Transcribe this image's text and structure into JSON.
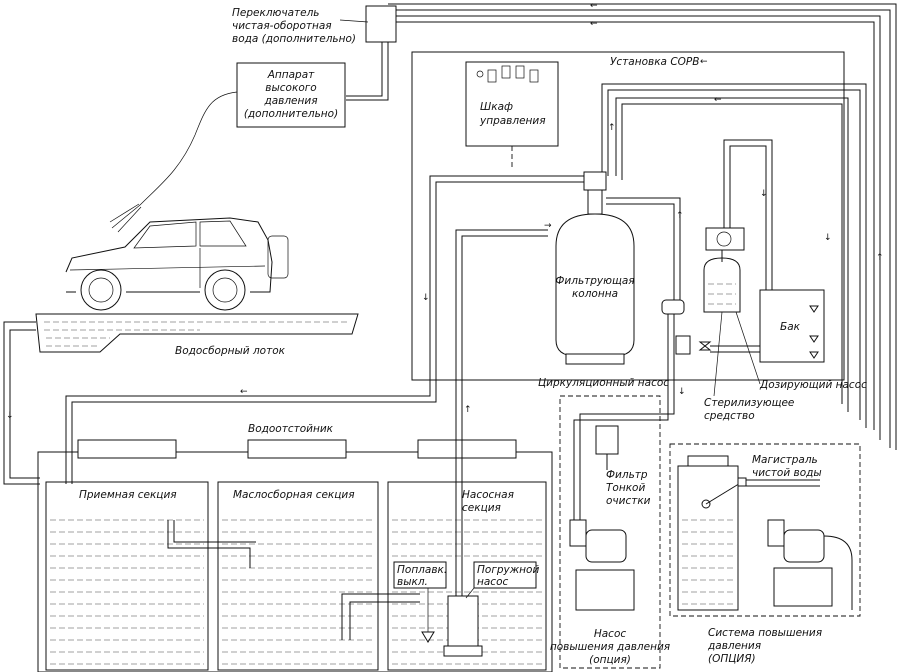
{
  "labels": {
    "switch": [
      "Переключатель",
      "чистая-оборотная",
      "вода (дополнительно)"
    ],
    "hp_unit": [
      "Аппарат",
      "высокого",
      "давления",
      "(дополнительно)"
    ],
    "sorv": "Установка СОРВ",
    "control_cabinet": [
      "Шкаф",
      "управления"
    ],
    "filter_column": [
      "Фильтрующая",
      "колонна"
    ],
    "tank": "Бак",
    "circ_pump": "Циркуляционный насос",
    "dosing_pump": "Дозирующий насос",
    "sterilizer": [
      "Стерилизующее",
      "средство"
    ],
    "tray": "Водосборный лоток",
    "settler": "Водоотстойник",
    "sec_receiving": "Приемная секция",
    "sec_oil": "Маслосборная секция",
    "sec_pump": [
      "Насосная",
      "секция"
    ],
    "float_switch": [
      "Поплавк.",
      "выкл."
    ],
    "submersible": [
      "Погружной",
      "насос"
    ],
    "fine_filter": [
      "Фильтр",
      "Тонкой",
      "очистки"
    ],
    "boost_pump": [
      "Насос",
      "повышения давления",
      "(опция)"
    ],
    "clean_main": [
      "Магистраль",
      "чистой воды"
    ],
    "boost_system": [
      "Система повышения",
      "давления",
      "(ОПЦИЯ)"
    ]
  }
}
